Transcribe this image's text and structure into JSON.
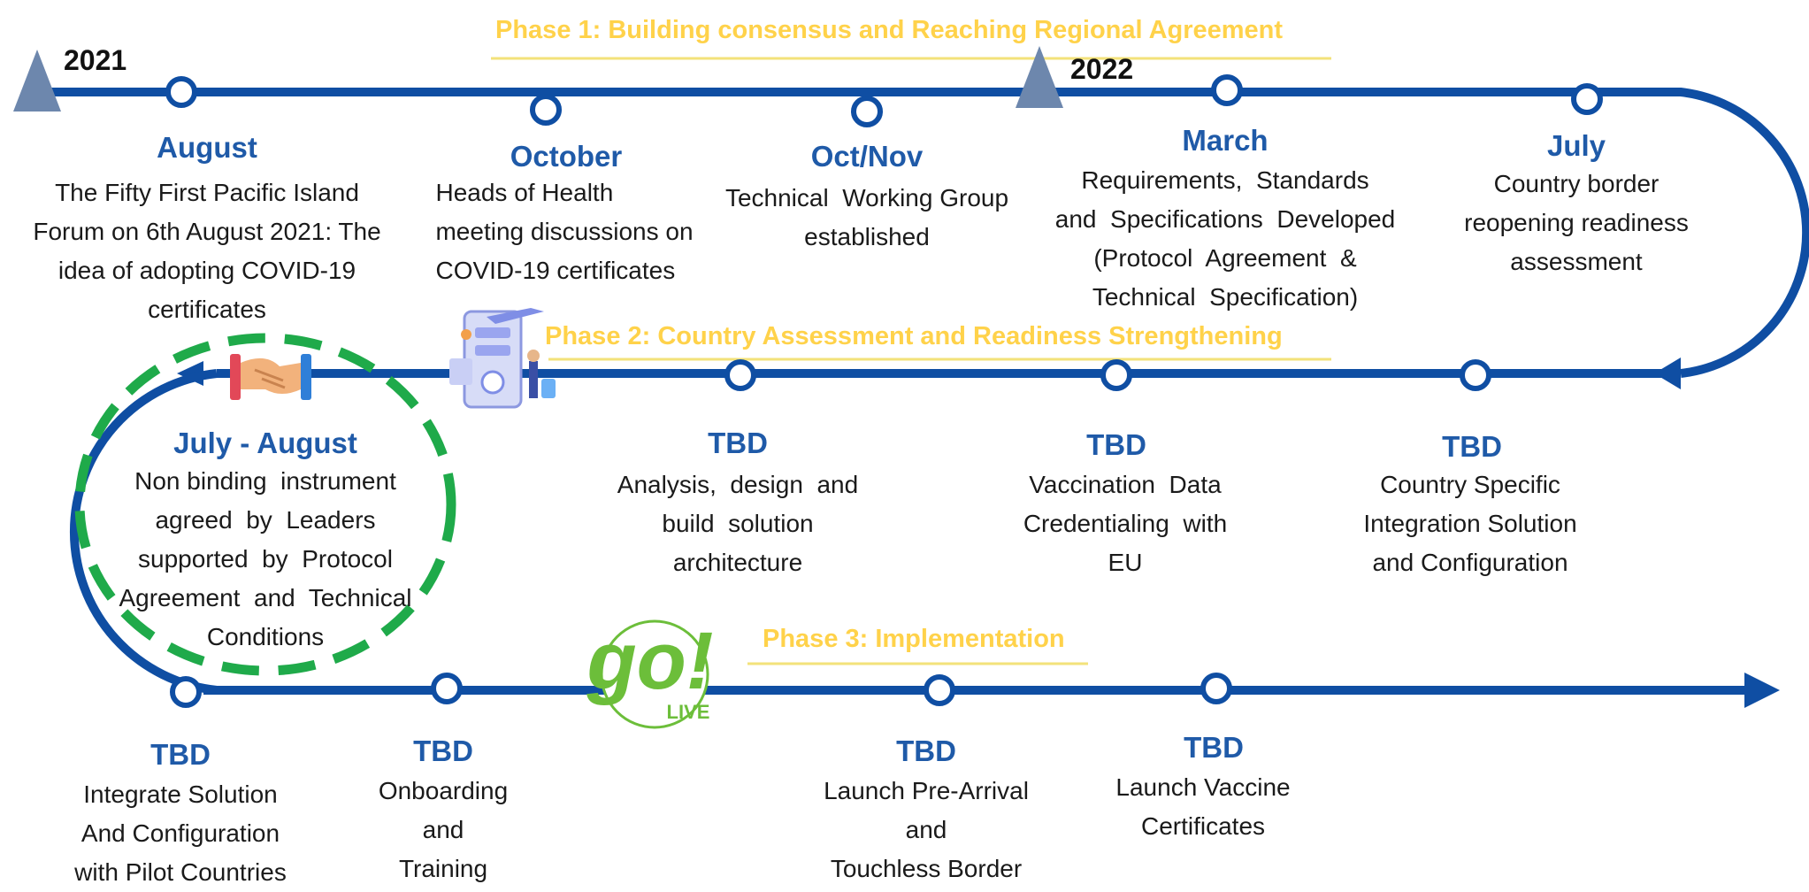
{
  "years": {
    "y2021": "2021",
    "y2022": "2022"
  },
  "phases": {
    "phase1": "Phase 1: Building consensus and Reaching Regional Agreement",
    "phase2": "Phase 2: Country Assessment and Readiness Strengthening",
    "phase3": "Phase 3: Implementation"
  },
  "go_live": {
    "go": "go!",
    "live": "LIVE"
  },
  "milestones": [
    {
      "head": "August",
      "desc": "The Fifty First Pacific Island\nForum on 6th August 2021: The\nidea of adopting COVID-19\ncertificates"
    },
    {
      "head": "October",
      "desc": "Heads of Health\nmeeting discussions on\nCOVID-19 certificates"
    },
    {
      "head": "Oct/Nov",
      "desc": "Technical  Working Group\nestablished"
    },
    {
      "head": "March",
      "desc": "Requirements,  Standards\nand  Specifications  Developed\n(Protocol  Agreement  &\nTechnical  Specification)"
    },
    {
      "head": "July",
      "desc": "Country border\nreopening readiness\nassessment"
    },
    {
      "head": "July - August",
      "desc": "Non binding  instrument\nagreed  by  Leaders\nsupported  by  Protocol\nAgreement  and  Technical\nConditions"
    },
    {
      "head": "TBD",
      "desc": "Analysis,  design  and\nbuild  solution\narchitecture"
    },
    {
      "head": "TBD",
      "desc": "Vaccination  Data\nCredentialing  with\nEU"
    },
    {
      "head": "TBD",
      "desc": "Country Specific\nIntegration Solution\nand Configuration"
    },
    {
      "head": "TBD",
      "desc": "Integrate Solution\nAnd Configuration\nwith Pilot Countries"
    },
    {
      "head": "TBD",
      "desc": "Onboarding\nand\nTraining"
    },
    {
      "head": "TBD",
      "desc": "Launch Pre-Arrival\nand\nTouchless Border"
    },
    {
      "head": "TBD",
      "desc": "Launch Vaccine\nCertificates"
    }
  ],
  "colors": {
    "line": "#0f4ea3",
    "heading": "#1f5aa8",
    "phase": "#ffd24a",
    "highlight": "#1faa4a",
    "go_green": "#6cbe3a",
    "triangle": "#6d87ad"
  }
}
